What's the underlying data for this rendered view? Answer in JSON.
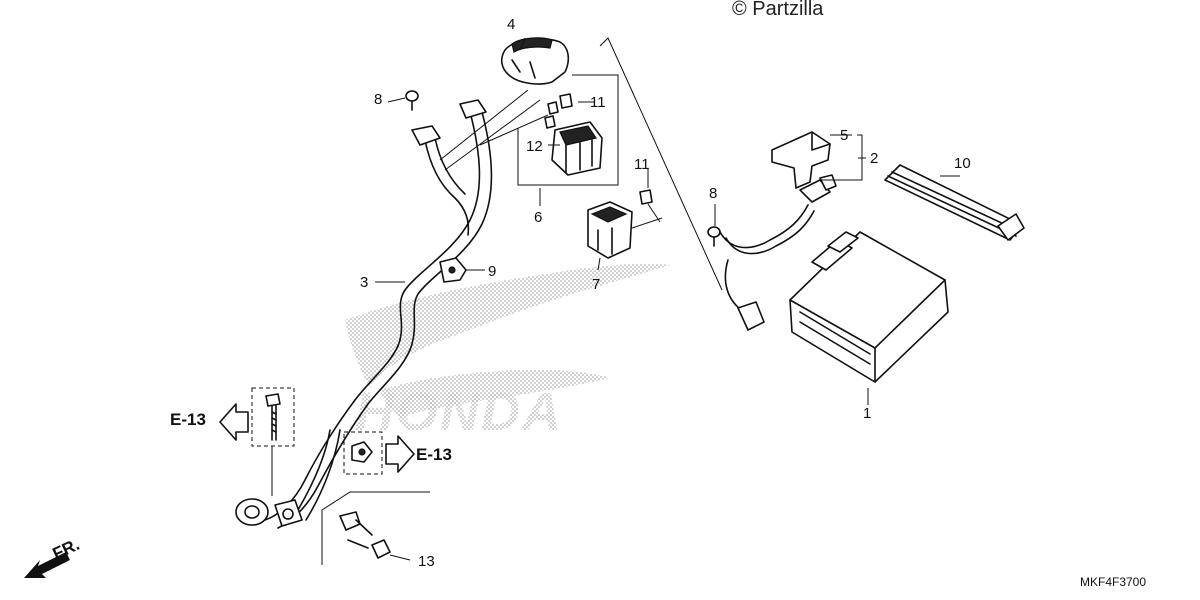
{
  "copyright": "© Partzilla",
  "watermark": "HONDA",
  "diagram_code": "MKF4F3700",
  "front_indicator": "FR.",
  "references": {
    "left": "E-13",
    "right": "E-13"
  },
  "callouts": {
    "c1": "1",
    "c2": "2",
    "c3": "3",
    "c4": "4",
    "c5": "5",
    "c6": "6",
    "c7": "7",
    "c8a": "8",
    "c8b": "8",
    "c9": "9",
    "c10": "10",
    "c11a": "11",
    "c11b": "11",
    "c12": "12",
    "c13": "13"
  }
}
